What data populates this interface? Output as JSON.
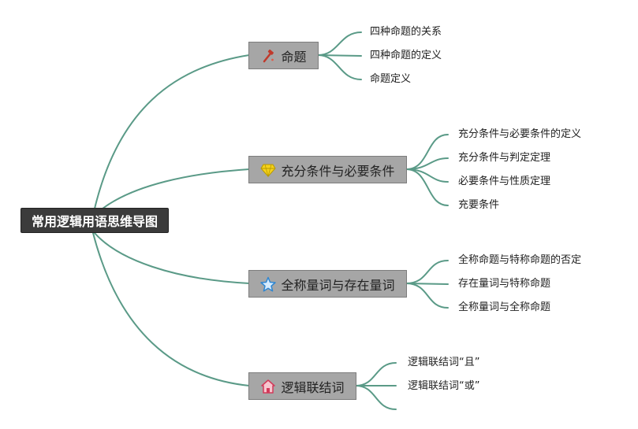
{
  "title": "常用逻辑用语思维导图",
  "branches": [
    {
      "label": "命题",
      "icon": "hammer-icon",
      "children": [
        "四种命题的关系",
        "四种命题的定义",
        "命题定义"
      ]
    },
    {
      "label": "充分条件与必要条件",
      "icon": "diamond-icon",
      "children": [
        "充分条件与必要条件的定义",
        "充分条件与判定定理",
        "必要条件与性质定理",
        "充要条件"
      ]
    },
    {
      "label": "全称量词与存在量词",
      "icon": "star-icon",
      "children": [
        "全称命题与特称命题的否定",
        "存在量词与特称命题",
        "全称量词与全称命题"
      ]
    },
    {
      "label": "逻辑联结词",
      "icon": "house-icon",
      "children": [
        "逻辑联结词“且”",
        "逻辑联结词“或”",
        ""
      ]
    }
  ],
  "colors": {
    "edge": "#5a9a87",
    "root_bg": "#3b3b3b",
    "branch_bg": "#a6a6a6"
  }
}
